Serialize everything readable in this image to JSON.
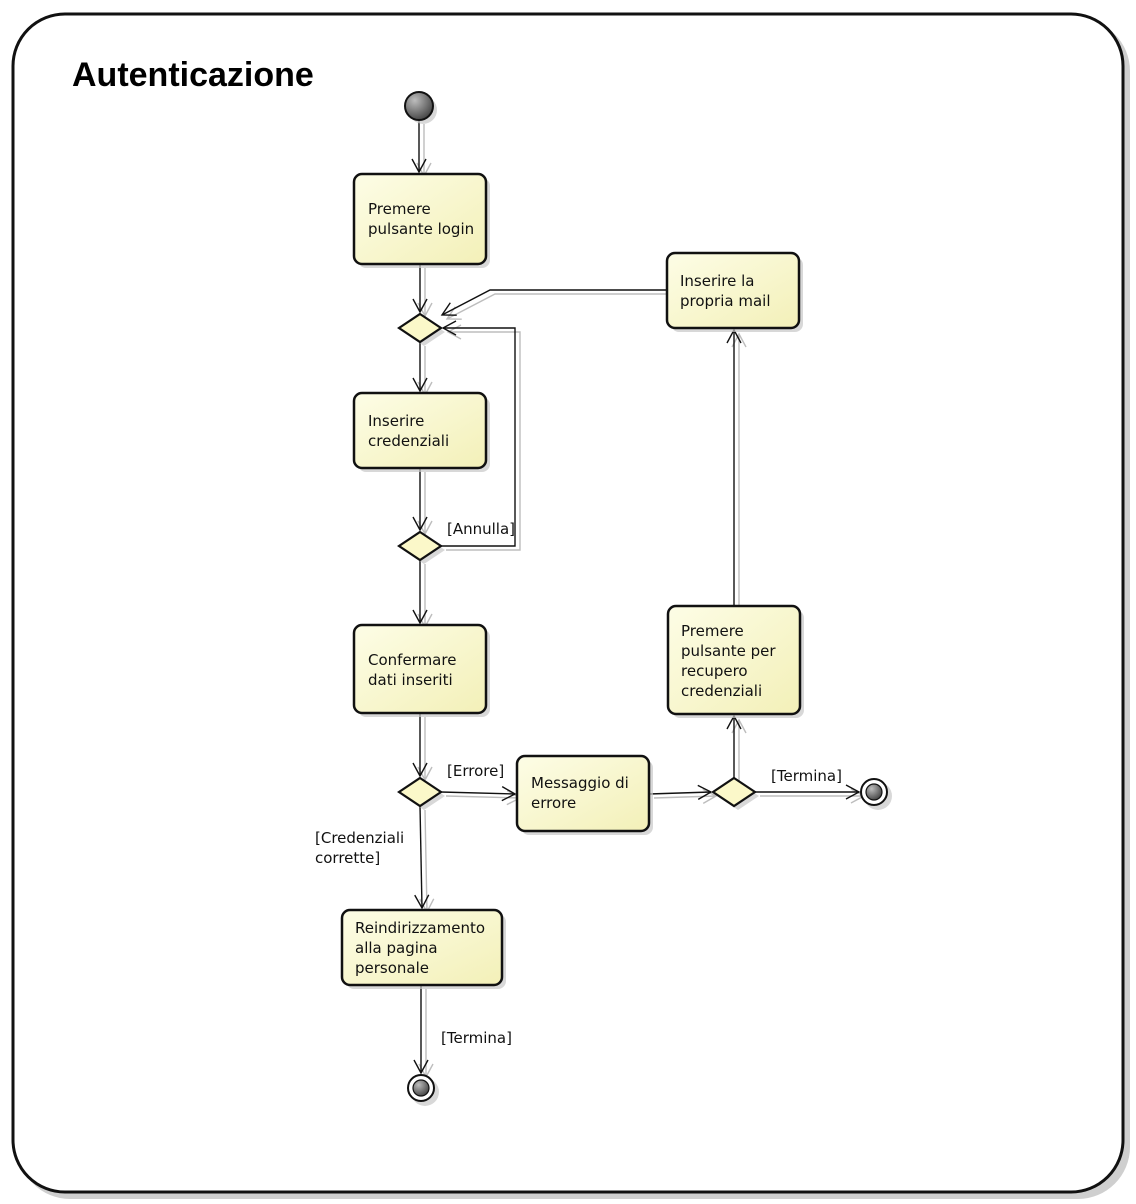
{
  "title": "Autenticazione",
  "colors": {
    "action_fill_start": "#fdfde6",
    "action_fill_end": "#f3f0b8",
    "decision_fill": "#fbf8c9",
    "node_dark": "#3a3a3a",
    "node_light": "#bdbdbd"
  },
  "actions": {
    "premere_login": [
      "Premere",
      "pulsante login"
    ],
    "inserire_credenziali": [
      "Inserire",
      "credenziali"
    ],
    "confermare_dati": [
      "Confermare",
      "dati inseriti"
    ],
    "reindirizzamento": [
      "Reindirizzamento",
      "alla pagina",
      "personale"
    ],
    "messaggio_errore": [
      "Messaggio di",
      "errore"
    ],
    "premere_recupero": [
      "Premere",
      "pulsante per",
      "recupero",
      "credenziali"
    ],
    "inserire_mail": [
      "Inserire la",
      "propria mail"
    ]
  },
  "guards": {
    "annulla": [
      "[Annulla]"
    ],
    "errore": [
      "[Errore]"
    ],
    "credenziali_corrette": [
      "[Credenziali",
      "corrette]"
    ],
    "termina_right": [
      "[Termina]"
    ],
    "termina_bottom": [
      "[Termina]"
    ]
  },
  "icons": {
    "initial": "initial-node-icon",
    "final": "final-node-icon"
  }
}
